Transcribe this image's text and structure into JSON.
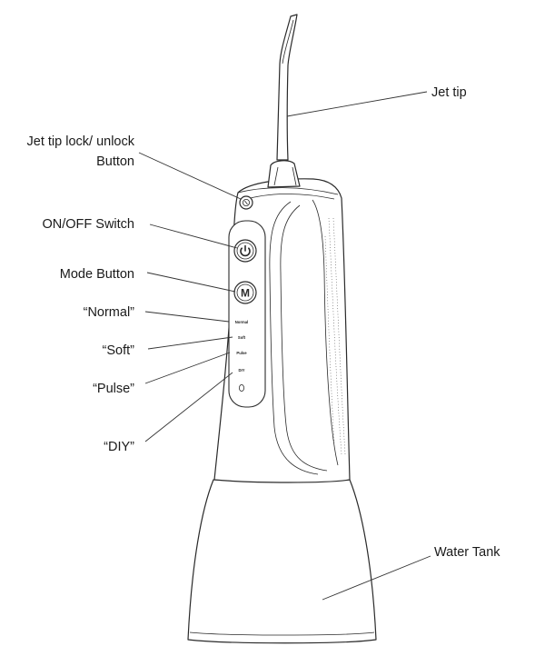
{
  "labels": {
    "jet_tip": "Jet tip",
    "lock_line1": "Jet tip lock/ unlock",
    "lock_line2": "Button",
    "on_off": "ON/OFF Switch",
    "mode": "Mode Button",
    "normal": "“Normal”",
    "soft": "“Soft”",
    "pulse": "“Pulse”",
    "diy": "“DIY”",
    "water_tank": "Water Tank"
  },
  "panel_marks": {
    "normal": "Normal",
    "soft": "Soft",
    "pulse": "Pulse",
    "diy": "DIY",
    "mode_letter": "M"
  },
  "icons": {
    "power": "power-icon",
    "lock": "lock-icon",
    "indicator": "indicator-light-icon"
  },
  "colors": {
    "line": "#2a2a2a",
    "text": "#1a1a1a",
    "background": "#ffffff"
  }
}
